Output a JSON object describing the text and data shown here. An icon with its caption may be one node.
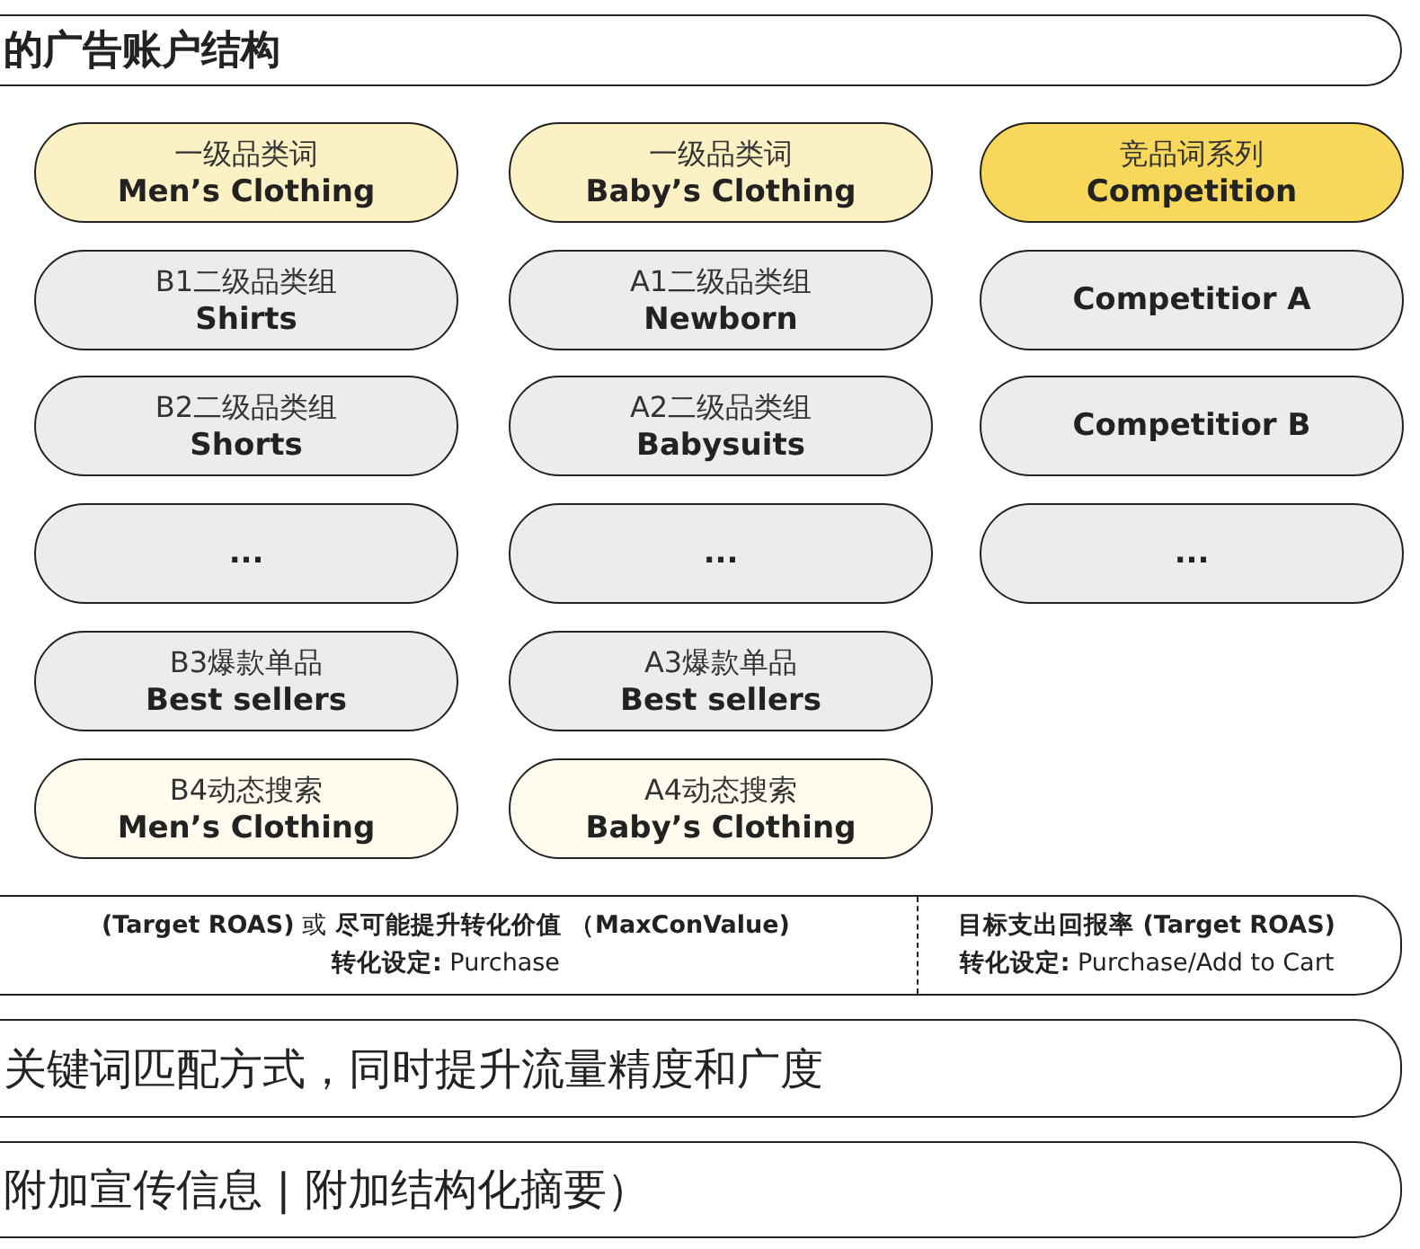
{
  "diagram": {
    "nodes": [
      {
        "text": [
          "的广告账户结构"
        ]
      },
      {
        "text": [
          "一级品类词",
          "Men’s Clothing"
        ]
      },
      {
        "text": [
          "一级品类词",
          "Baby’s Clothing"
        ]
      },
      {
        "text": [
          "竞品词系列",
          "Competition"
        ]
      },
      {
        "text": [
          "B1二级品类组",
          "Shirts"
        ]
      },
      {
        "text": [
          "A1二级品类组",
          "Newborn"
        ]
      },
      {
        "text": [
          "Competitior A"
        ]
      },
      {
        "text": [
          "B2二级品类组",
          "Shorts"
        ]
      },
      {
        "text": [
          "A2二级品类组",
          "Babysuits"
        ]
      },
      {
        "text": [
          "Competitior B"
        ]
      },
      {
        "text": [
          "..."
        ]
      },
      {
        "text": [
          "..."
        ]
      },
      {
        "text": [
          "..."
        ]
      },
      {
        "text": [
          "B3爆款单品",
          "Best sellers"
        ]
      },
      {
        "text": [
          "A3爆款单品",
          "Best sellers"
        ]
      },
      {
        "text": [
          "B4动态搜索",
          "Men’s Clothing"
        ]
      },
      {
        "text": [
          "A4动态搜索",
          "Baby’s Clothing"
        ]
      },
      {
        "text": [
          "**(Target ROAS)** 或 **尽可能提升转化价值 （MaxConValue)**",
          "**转化设定:** Purchase",
          "**目标支出回报率 (Target ROAS)**",
          "**转化设定:** Purchase/Add to Cart"
        ]
      },
      {
        "text": [
          "关键词匹配方式，同时提升流量精度和广度"
        ]
      },
      {
        "text": [
          "附加宣传信息 | 附加结构化摘要）"
        ]
      }
    ]
  }
}
